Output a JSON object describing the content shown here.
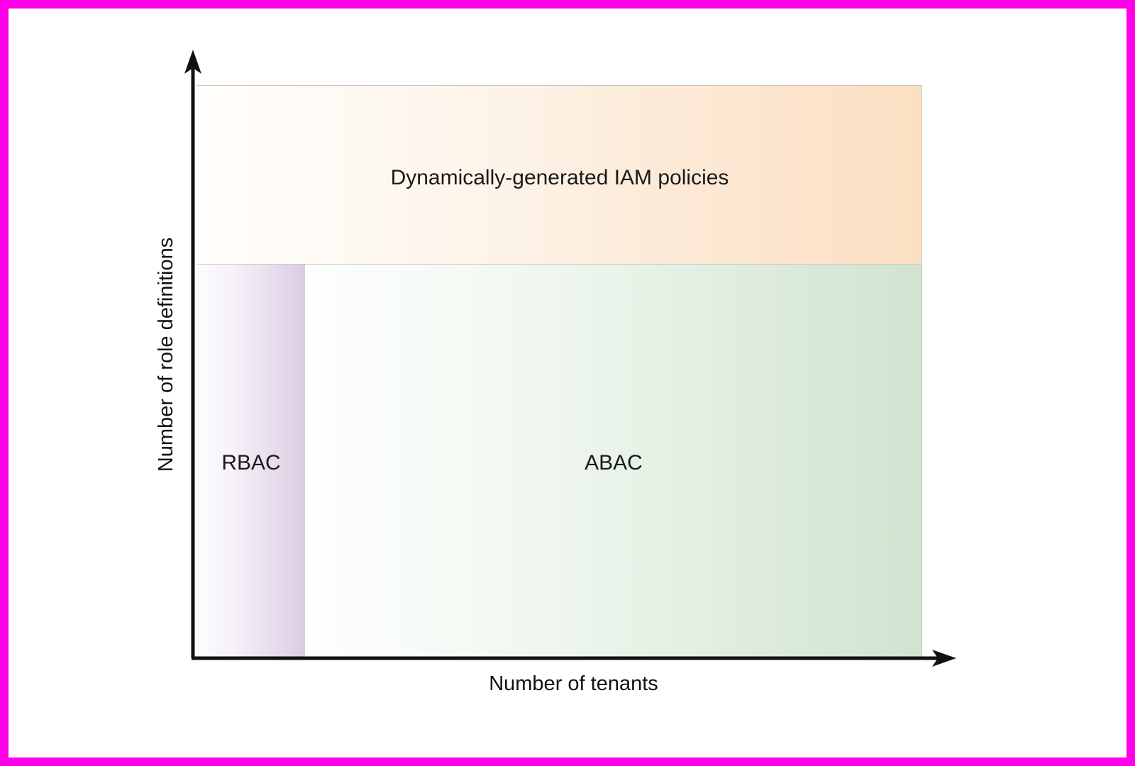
{
  "diagram": {
    "frame_color": "#ff00e8",
    "background_color": "#ffffff"
  },
  "axes": {
    "x": {
      "title": "Number of tenants",
      "arrow": "arrow-right",
      "line_color": "#111111"
    },
    "y": {
      "title": "Number of role definitions",
      "arrow": "arrow-up",
      "line_color": "#111111"
    }
  },
  "chart_data": {
    "type": "table",
    "title": "",
    "xlabel": "Number of tenants",
    "ylabel": "Number of role definitions",
    "grid": false,
    "legend": "none",
    "regions": [
      {
        "label": "Dynamically-generated IAM policies",
        "x_span": "low-to-high",
        "y_span": "high",
        "color_from": "#fffdfb",
        "color_to": "#fbdfc2",
        "accent": "#fbdfc2"
      },
      {
        "label": "RBAC",
        "x_span": "low",
        "y_span": "low",
        "color_from": "#fdfcfe",
        "color_to": "#dccce2",
        "accent": "#dccce2"
      },
      {
        "label": "ABAC",
        "x_span": "mid-to-high",
        "y_span": "low",
        "color_from": "#fdfefd",
        "color_to": "#cfe4d0",
        "accent": "#cfe4d0"
      }
    ]
  }
}
